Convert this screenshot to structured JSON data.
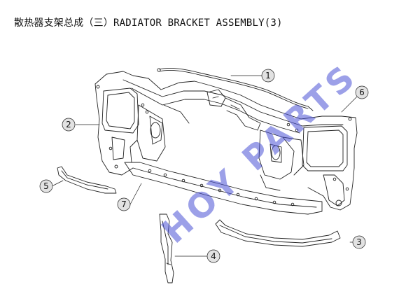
{
  "title": "散热器支架总成（三）RADIATOR BRACKET ASSEMBLY(3)",
  "watermark": "HOY PARTS",
  "callouts": [
    {
      "id": "1",
      "label": "1"
    },
    {
      "id": "2",
      "label": "2"
    },
    {
      "id": "3",
      "label": "3"
    },
    {
      "id": "4",
      "label": "4"
    },
    {
      "id": "5",
      "label": "5"
    },
    {
      "id": "6",
      "label": "6"
    },
    {
      "id": "7",
      "label": "7"
    }
  ],
  "colors": {
    "line": "#222222",
    "callout_fill": "#e2e2e2",
    "watermark": "#4a52d6"
  }
}
